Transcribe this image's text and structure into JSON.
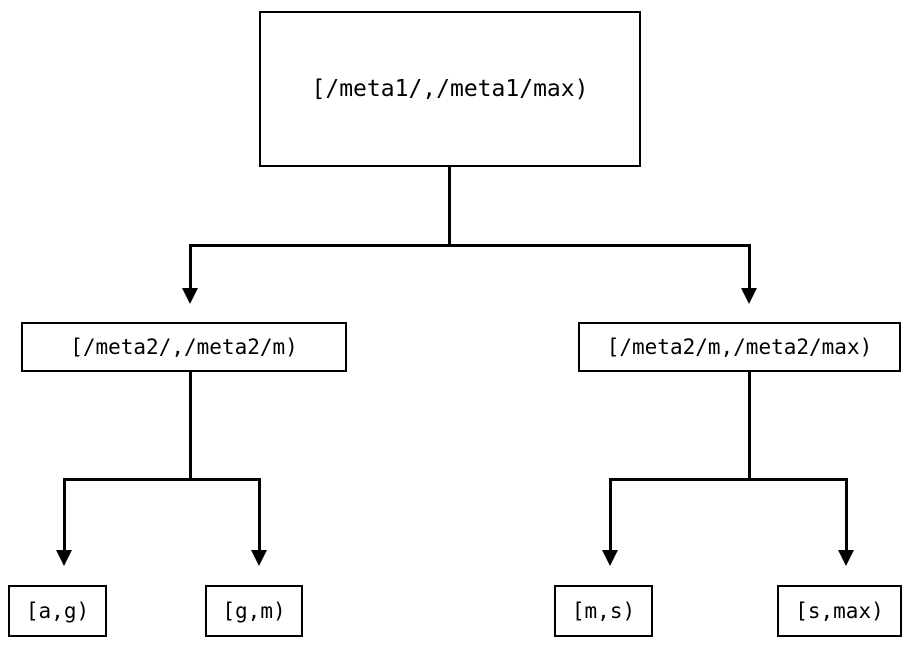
{
  "diagram": {
    "type": "tree",
    "title": "",
    "orientation": "top-down",
    "colors": {
      "stroke": "#000000",
      "fill": "#ffffff",
      "text": "#000000",
      "background": "#ffffff"
    },
    "nodes": {
      "root": {
        "label": "[/meta1/,/meta1/max)",
        "level": 0
      },
      "mid_left": {
        "label": "[/meta2/,/meta2/m)",
        "level": 1
      },
      "mid_right": {
        "label": "[/meta2/m,/meta2/max)",
        "level": 1
      },
      "leaf_ag": {
        "label": "[a,g)",
        "level": 2
      },
      "leaf_gm": {
        "label": "[g,m)",
        "level": 2
      },
      "leaf_ms": {
        "label": "[m,s)",
        "level": 2
      },
      "leaf_smax": {
        "label": "[s,max)",
        "level": 2
      }
    },
    "edges": [
      {
        "from": "root",
        "to": "mid_left",
        "arrow": "down-triangle"
      },
      {
        "from": "root",
        "to": "mid_right",
        "arrow": "down-triangle"
      },
      {
        "from": "mid_left",
        "to": "leaf_ag",
        "arrow": "down-triangle"
      },
      {
        "from": "mid_left",
        "to": "leaf_gm",
        "arrow": "down-triangle"
      },
      {
        "from": "mid_right",
        "to": "leaf_ms",
        "arrow": "down-triangle"
      },
      {
        "from": "mid_right",
        "to": "leaf_smax",
        "arrow": "down-triangle"
      }
    ]
  }
}
